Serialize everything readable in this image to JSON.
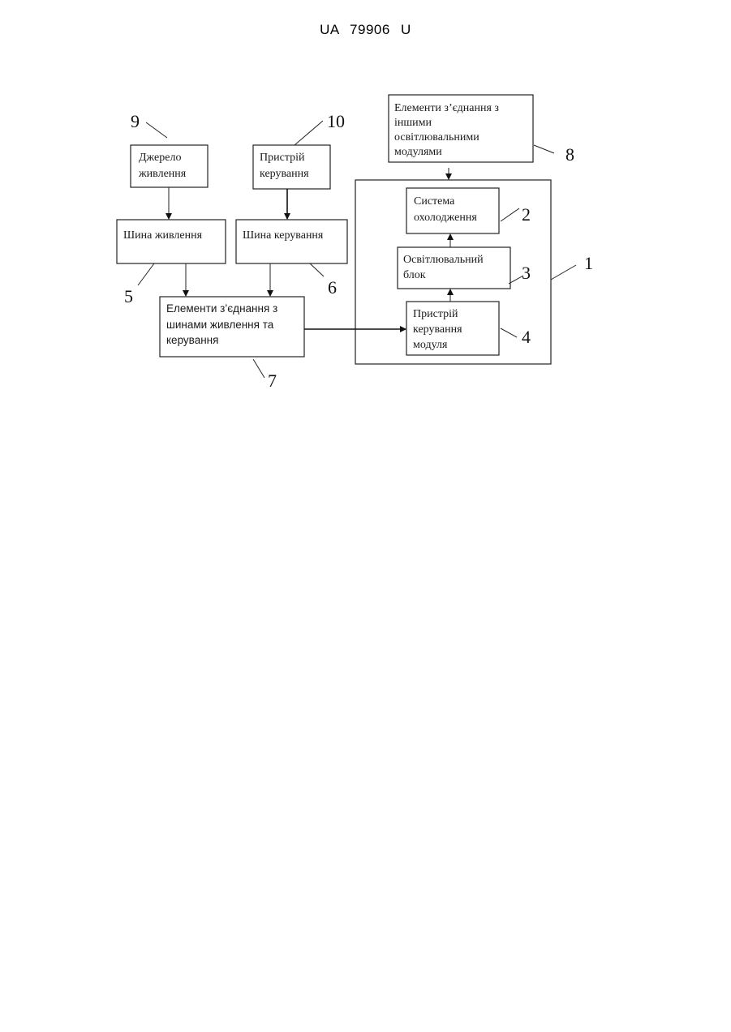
{
  "header": {
    "doc_number": "UA   79906   U"
  },
  "diagram": {
    "blocks": {
      "power_source": [
        "Джерело",
        "живлення"
      ],
      "control_device": [
        "Пристрій",
        "керування"
      ],
      "power_bus": "Шина живлення",
      "control_bus": "Шина керування",
      "bus_connectors": [
        "Елементи з’єднання з",
        "шинами живлення та",
        "керування"
      ],
      "module_connectors": [
        "Елементи з’єднання з",
        "іншими",
        "освітлювальними",
        "модулями"
      ],
      "cooling_system": [
        "Система",
        "охолодження"
      ],
      "lighting_unit": [
        "Освітлювальний",
        "блок"
      ],
      "module_control": [
        "Пристрій",
        "керування",
        "модуля"
      ]
    },
    "refs": {
      "r1": "1",
      "r2": "2",
      "r3": "3",
      "r4": "4",
      "r5": "5",
      "r6": "6",
      "r7": "7",
      "r8": "8",
      "r9": "9",
      "r10": "10"
    }
  }
}
